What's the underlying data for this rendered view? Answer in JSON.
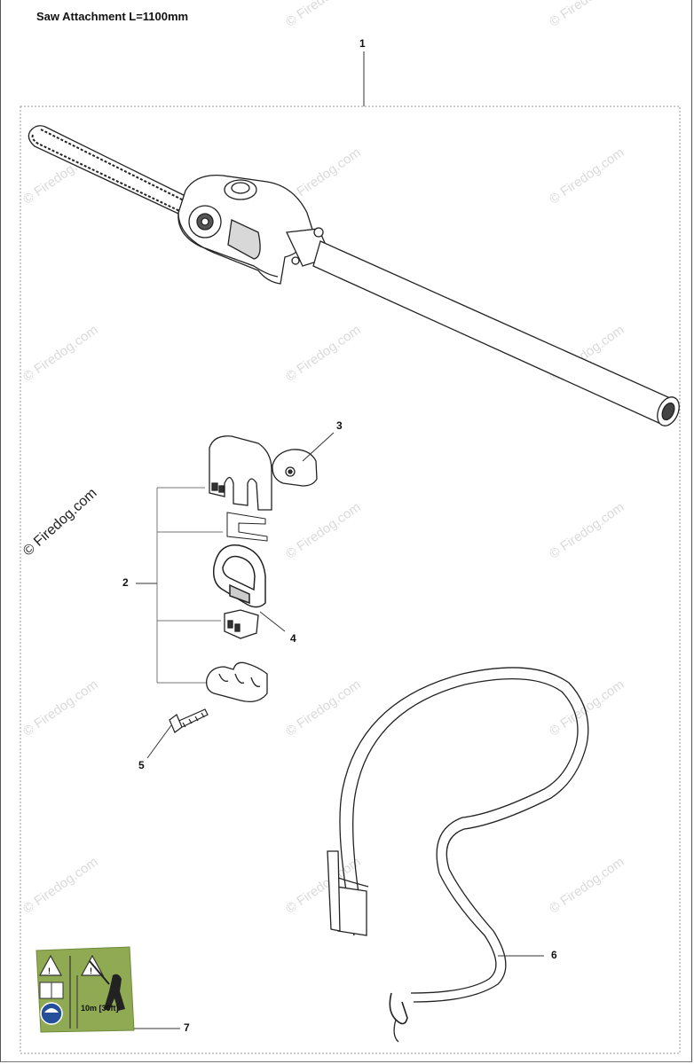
{
  "title": "Saw Attachment L=1100mm",
  "callouts": [
    {
      "id": "1",
      "text": "1"
    },
    {
      "id": "2",
      "text": "2"
    },
    {
      "id": "3",
      "text": "3"
    },
    {
      "id": "4",
      "text": "4"
    },
    {
      "id": "5",
      "text": "5"
    },
    {
      "id": "6",
      "text": "6"
    },
    {
      "id": "7",
      "text": "7"
    }
  ],
  "watermark": "© Firedog.com",
  "decal": {
    "distance_text": "10m [30ft]",
    "background_color": "#8faa52"
  }
}
